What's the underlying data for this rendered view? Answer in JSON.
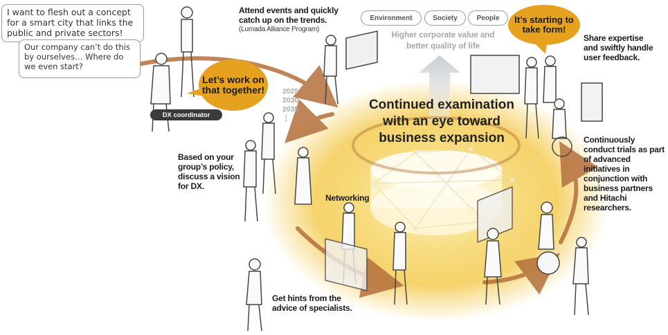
{
  "speech": {
    "request": "I want to flesh out a concept for a smart city that links the public and private sectors!",
    "concern": "Our company can’t do this by ourselves… Where do we even start?",
    "together": "Let’s work on that together!",
    "starting": "It’s starting to take form!"
  },
  "badge": {
    "dx": "DX coordinator"
  },
  "pills": [
    "Environment",
    "Society",
    "People"
  ],
  "value_text": "Higher corporate value and better quality of life",
  "years": [
    "2025",
    "2030",
    "2035",
    "⋮"
  ],
  "center_title": "Continued examination with an eye toward business expansion",
  "labels": {
    "attend": "Attend events and quickly catch up on the trends.",
    "attend_sub": "(Lumada Alliance Program)",
    "share": "Share expertise and swiftly handle user feedback.",
    "trials": "Continuously conduct trials as part of advanced initiatives in conjunction with business partners and Hitachi researchers.",
    "vision": "Based on your group’s policy, discuss a vision for DX.",
    "networking": "Networking",
    "hints": "Get hints from the advice of specialists."
  },
  "colors": {
    "accent_orange": "#e6a21e",
    "arrow_brown": "#b4703c",
    "glow_yellow": "#f2c53d",
    "badge_dark": "#3b3b3b",
    "soft_gray": "#a6a6a6"
  }
}
